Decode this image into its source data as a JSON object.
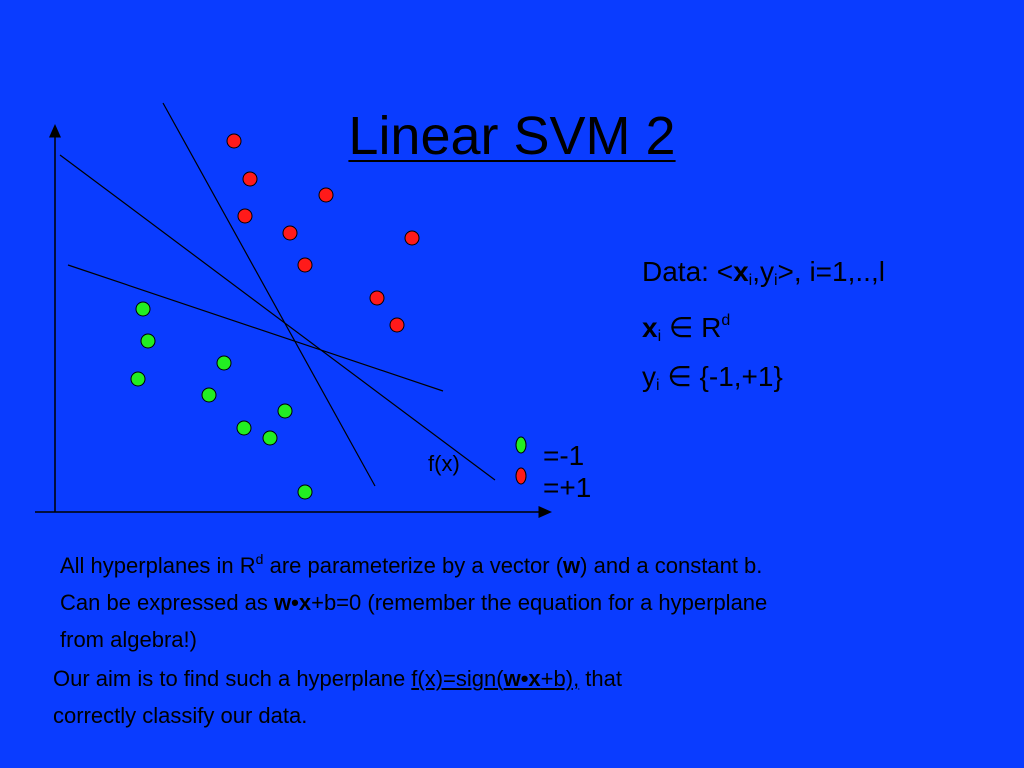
{
  "slide": {
    "title": "Linear SVM 2"
  },
  "data_block": {
    "line1_prefix": "Data: <",
    "line1_x": "x",
    "line1_x_sub": "i",
    "line1_comma": ",",
    "line1_y": "y",
    "line1_y_sub": "i",
    "line1_suffix": ">, i=1,..,l",
    "line2_x": "x",
    "line2_x_sub": "i",
    "line2_in": " ∈ ",
    "line2_R": "R",
    "line2_R_sup": "d",
    "line3_y": "y",
    "line3_y_sub": "i",
    "line3_in": " ∈ ",
    "line3_set": "{-1,+1}"
  },
  "legend": {
    "green_label": "=-1",
    "red_label": "=+1",
    "green_color": "#22ee22",
    "red_color": "#ff1a1a"
  },
  "figure": {
    "fx_label": "f(x)",
    "red_points": [
      [
        234,
        141
      ],
      [
        250,
        179
      ],
      [
        326,
        195
      ],
      [
        245,
        216
      ],
      [
        290,
        233
      ],
      [
        412,
        238
      ],
      [
        305,
        265
      ],
      [
        377,
        298
      ],
      [
        397,
        325
      ]
    ],
    "green_points": [
      [
        143,
        309
      ],
      [
        148,
        341
      ],
      [
        224,
        363
      ],
      [
        138,
        379
      ],
      [
        209,
        395
      ],
      [
        285,
        411
      ],
      [
        244,
        428
      ],
      [
        270,
        438
      ],
      [
        305,
        492
      ]
    ]
  },
  "paragraph1": {
    "line1_a": "All hyperplanes in R",
    "line1_sup": "d",
    "line1_b": " are parameterize by a vector (",
    "line1_w": "w",
    "line1_c": ") and a constant b.",
    "line2_a": "Can be expressed as ",
    "line2_wx": "w•x",
    "line2_b": "+b=0 (remember the equation for a hyperplane",
    "line3": "from algebra!)"
  },
  "paragraph2": {
    "text_a": "Our aim is to find such a hyperplane  ",
    "fx_a": "f(x)=sign(",
    "fx_wx": "w•x",
    "fx_b": "+b),",
    "text_b": " that",
    "line2": "correctly classify our data."
  },
  "colors": {
    "background": "#0a3cff",
    "line": "#000000"
  }
}
